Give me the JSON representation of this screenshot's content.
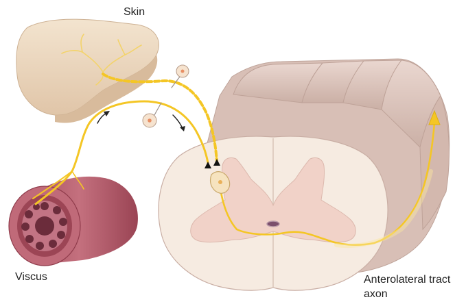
{
  "labels": {
    "skin": "Skin",
    "viscus": "Viscus",
    "axon": "Anterolateral tract axon"
  },
  "colors": {
    "nerve": "#f4c625",
    "skin_fill": "#efdcc4",
    "cord_outer": "#dcc3bb",
    "gray_matter": "#f1d3ca",
    "white_matter": "#f7ece2",
    "viscus_fill": "#b95d6c"
  }
}
